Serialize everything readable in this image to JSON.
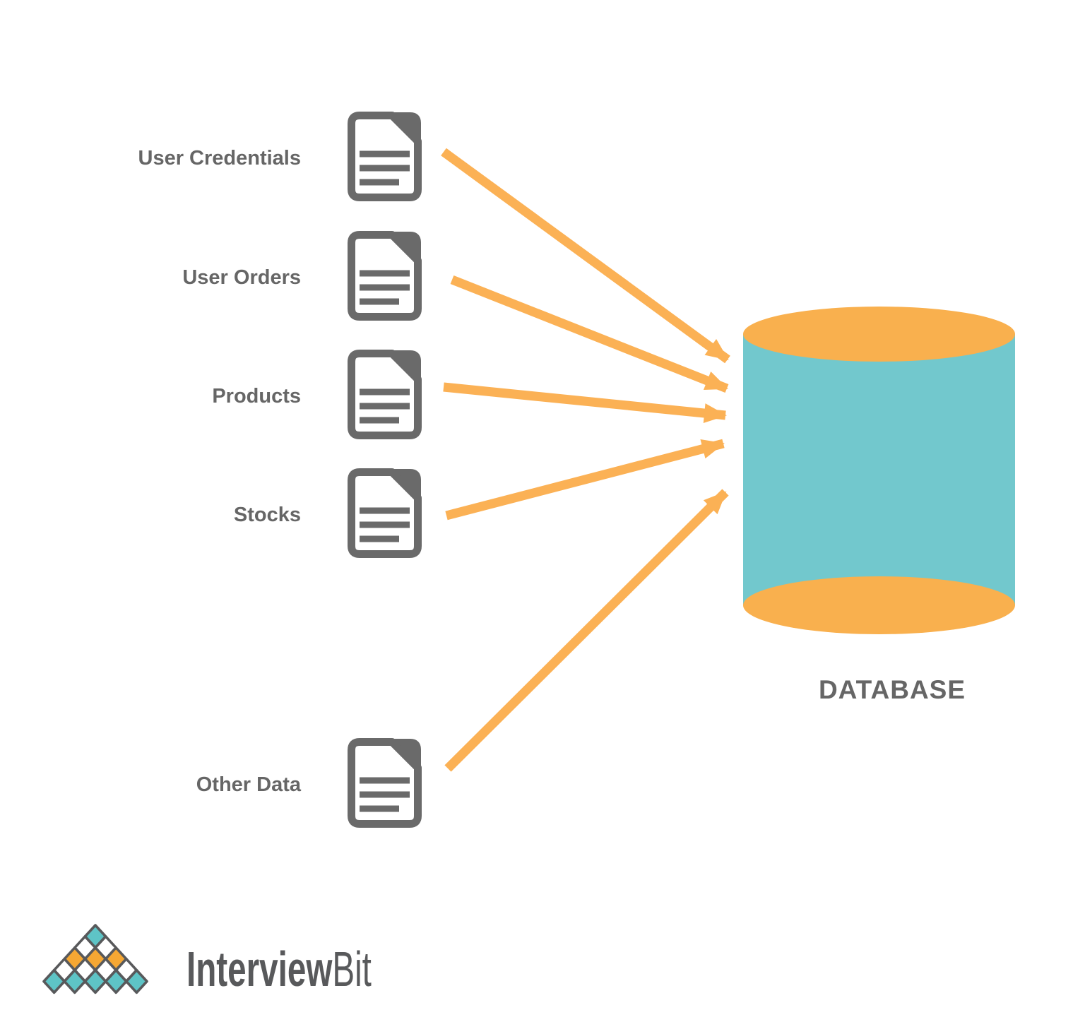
{
  "diagram": {
    "sources": [
      {
        "label": "User Credentials",
        "icon": "document-icon"
      },
      {
        "label": "User Orders",
        "icon": "document-icon"
      },
      {
        "label": "Products",
        "icon": "document-icon"
      },
      {
        "label": "Stocks",
        "icon": "document-icon"
      },
      {
        "label": "Other Data",
        "icon": "document-icon"
      }
    ],
    "target": {
      "label": "DATABASE",
      "icon": "database-cylinder-icon"
    },
    "connections": [
      {
        "from": "User Credentials",
        "to": "DATABASE"
      },
      {
        "from": "User Orders",
        "to": "DATABASE"
      },
      {
        "from": "Products",
        "to": "DATABASE"
      },
      {
        "from": "Stocks",
        "to": "DATABASE"
      },
      {
        "from": "Other Data",
        "to": "DATABASE"
      }
    ]
  },
  "colors": {
    "arrow": "#FBB155",
    "cylinder_body": "#72C8CD",
    "cylinder_cap": "#F9B04E",
    "icon_gray": "#6A6A6A",
    "text_gray": "#666666",
    "background": "#FFFFFF"
  },
  "logo": {
    "text_primary": "Interview",
    "text_secondary": "Bit",
    "icon": "diamond-pyramid-icon",
    "colors": {
      "teal": "#5EC4C6",
      "orange": "#F5A733",
      "white": "#FFFFFF",
      "border": "#58595B",
      "text": "#58595B"
    },
    "pyramid_rows": [
      [
        "teal"
      ],
      [
        "white",
        "white"
      ],
      [
        "orange",
        "orange",
        "orange"
      ],
      [
        "white",
        "white",
        "white",
        "white"
      ],
      [
        "teal",
        "teal",
        "teal",
        "teal",
        "teal"
      ]
    ]
  }
}
